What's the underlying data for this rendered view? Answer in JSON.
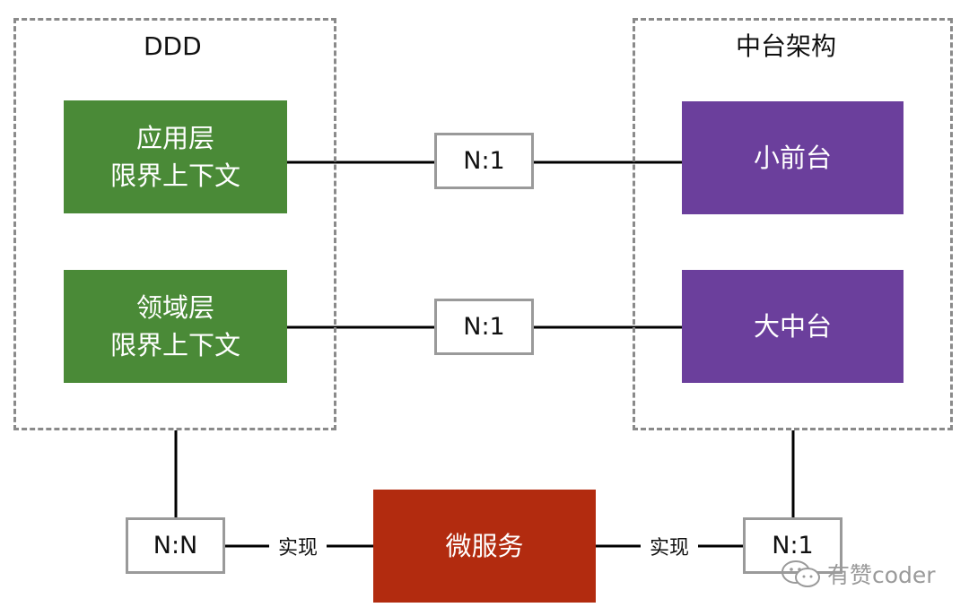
{
  "ddd": {
    "title": "DDD",
    "application_layer": {
      "line1": "应用层",
      "line2": "限界上下文"
    },
    "domain_layer": {
      "line1": "领域层",
      "line2": "限界上下文"
    }
  },
  "middle_platform": {
    "title": "中台架构",
    "small_front": "小前台",
    "big_middle": "大中台"
  },
  "ratios": {
    "app_to_front": "N:1",
    "domain_to_middle": "N:1",
    "ddd_to_micro": "N:N",
    "platform_to_micro": "N:1"
  },
  "edges": {
    "left_implement": "实现",
    "right_implement": "实现"
  },
  "microservices": {
    "label": "微服务"
  },
  "watermark": {
    "text": "有赞coder",
    "icon": "wechat-icon"
  },
  "colors": {
    "green": "#4a8a37",
    "purple": "#6b3f9c",
    "red": "#b22b0f",
    "dashed_border": "#8a8a8a",
    "ratio_border": "#9a9a9a"
  }
}
